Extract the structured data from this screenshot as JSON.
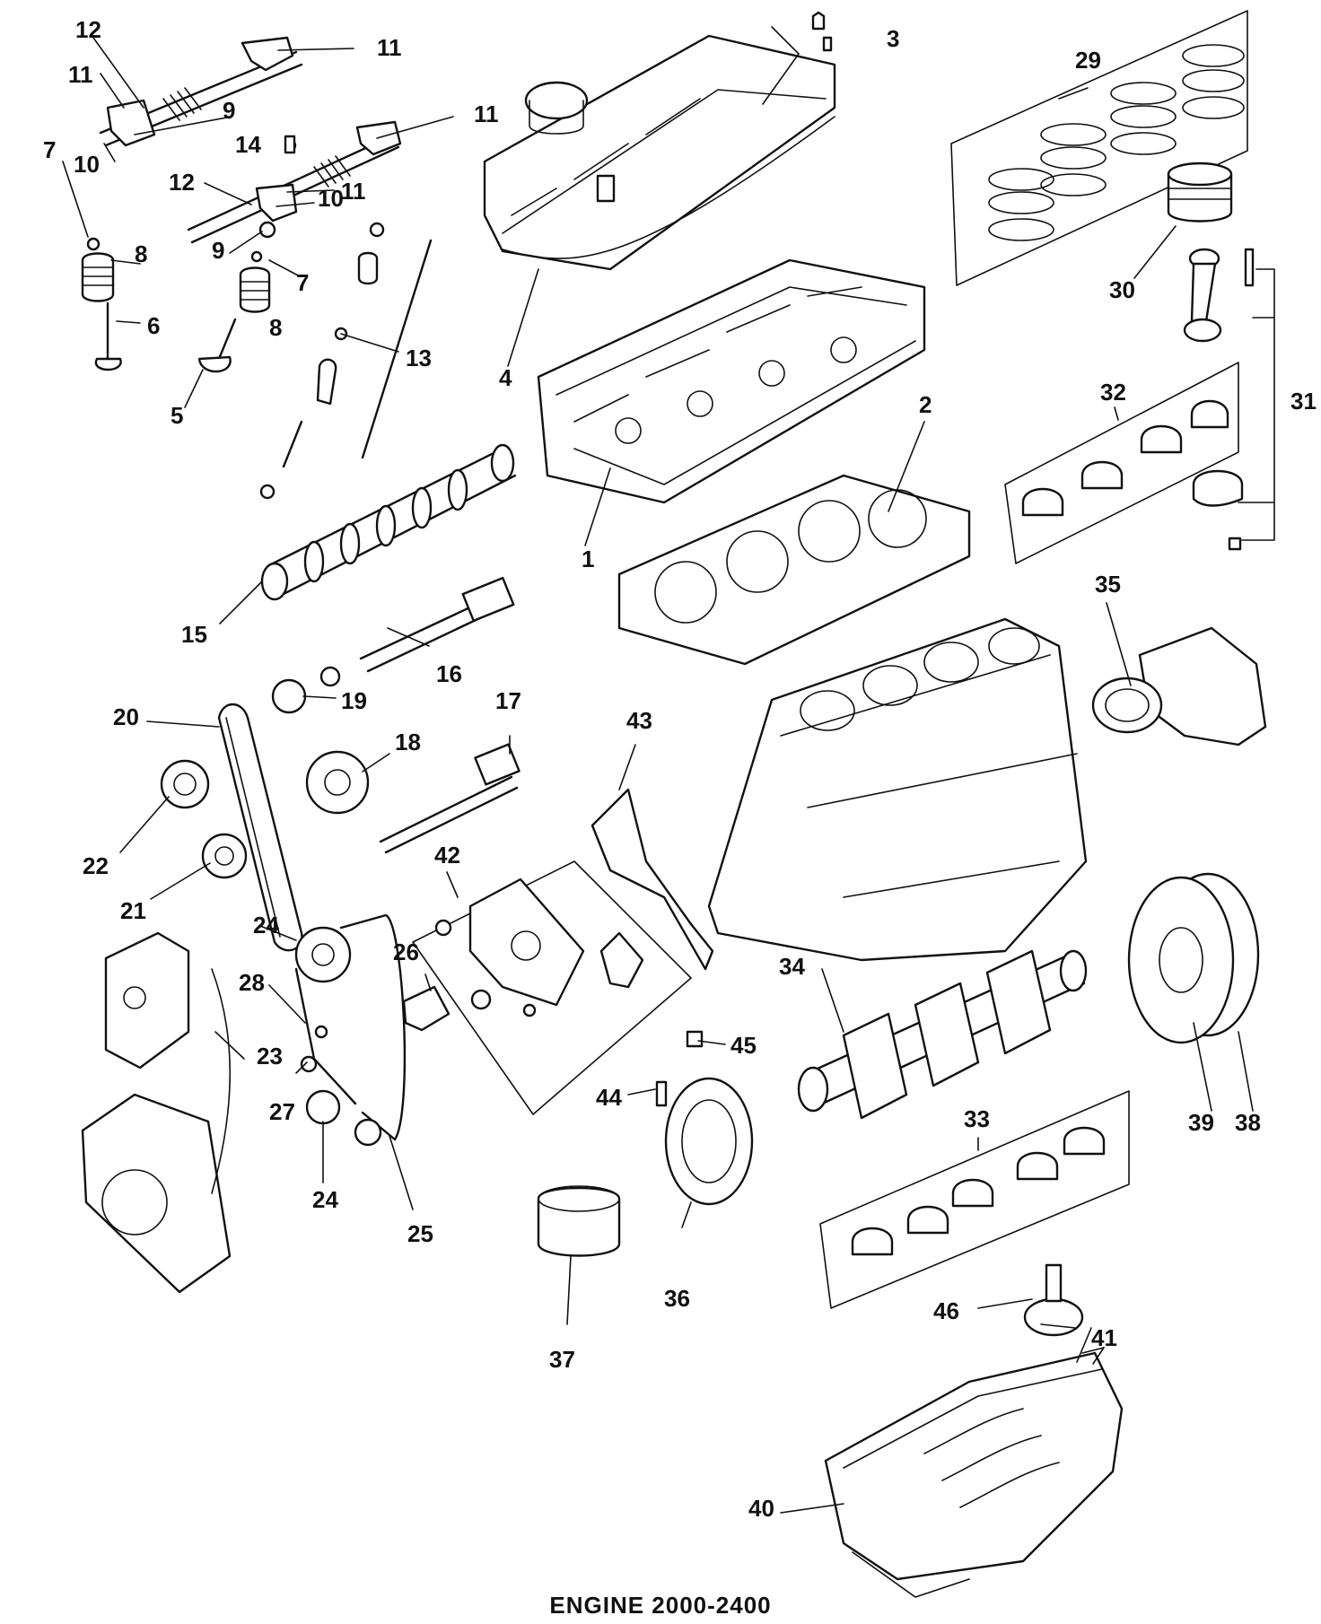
{
  "title": "ENGINE 2000-2400",
  "callouts": {
    "c1": "1",
    "c2": "2",
    "c3": "3",
    "c4": "4",
    "c5": "5",
    "c6": "6",
    "c7": "7",
    "c8": "8",
    "c9": "9",
    "c10": "10",
    "c11": "11",
    "c12": "12",
    "c13": "13",
    "c14": "14",
    "c15": "15",
    "c16": "16",
    "c17": "17",
    "c18": "18",
    "c19": "19",
    "c20": "20",
    "c21": "21",
    "c22": "22",
    "c23": "23",
    "c24": "24",
    "c25": "25",
    "c26": "26",
    "c27": "27",
    "c28": "28",
    "c29": "29",
    "c30": "30",
    "c31": "31",
    "c32": "32",
    "c33": "33",
    "c34": "34",
    "c35": "35",
    "c36": "36",
    "c37": "37",
    "c38": "38",
    "c39": "39",
    "c40": "40",
    "c41": "41",
    "c42": "42",
    "c43": "43",
    "c44": "44",
    "c45": "45",
    "c46": "46"
  }
}
